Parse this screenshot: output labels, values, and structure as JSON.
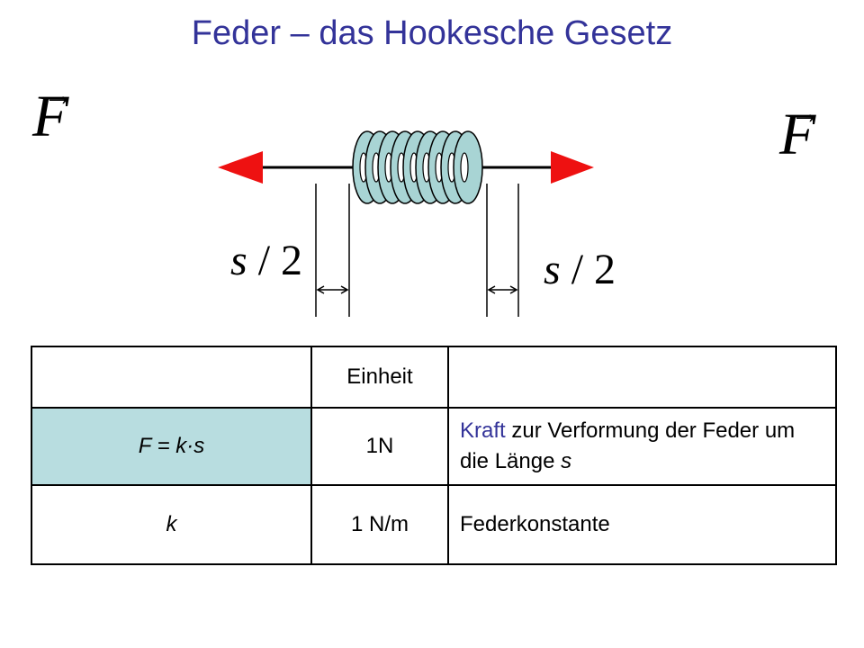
{
  "title": "Feder – das Hookesche Gesetz",
  "force_symbol": "F",
  "force_arrow": "→",
  "displacement": {
    "var": "s",
    "sep": "/",
    "num": "2"
  },
  "colors": {
    "title": "#333399",
    "arrow_red": "#ee1111",
    "spring_fill": "#a8d4d4",
    "highlight_cell": "#b8dde0",
    "accent_text": "#333399"
  },
  "table": {
    "header": {
      "col1": "",
      "col2": "Einheit",
      "col3": ""
    },
    "rows": [
      {
        "col1": "F =  k·s",
        "col2": "1N",
        "col3_accent": "Kraft",
        "col3_rest": " zur Verformung der Feder um die Länge ",
        "col3_var": "s"
      },
      {
        "col1": "k",
        "col2": "1 N/m",
        "col3": "Federkonstante"
      }
    ]
  }
}
